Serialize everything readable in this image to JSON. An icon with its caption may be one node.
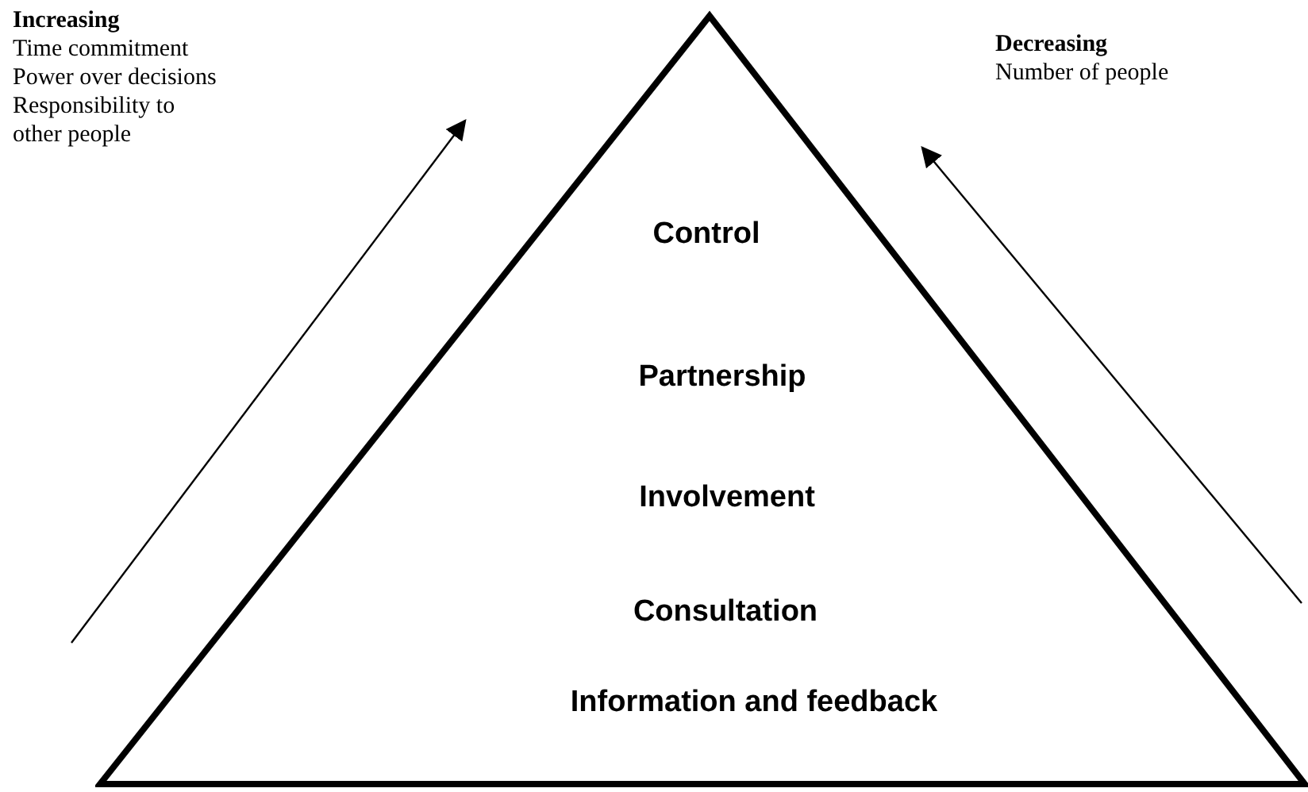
{
  "diagram": {
    "nodes": [
      {
        "text": [
          "Control",
          "Partnership",
          "Involvement",
          "Consultation",
          "Information and feedback"
        ]
      }
    ],
    "labels": [
      "Increasing",
      "Time commitment",
      "Power over decisions",
      "Responsibility to other people",
      "Decreasing",
      "Number of people"
    ]
  }
}
